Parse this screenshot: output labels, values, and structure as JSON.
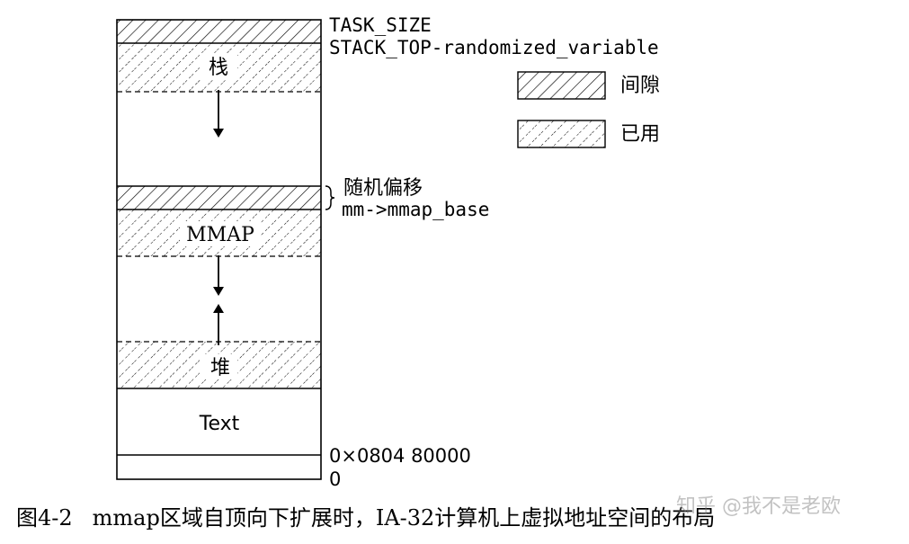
{
  "memory_layout": {
    "top_labels": {
      "task_size": "TASK_SIZE",
      "stack_top": "STACK_TOP-randomized_variable"
    },
    "regions": {
      "stack": "栈",
      "mmap": "MMAP",
      "heap": "堆",
      "text": "Text"
    },
    "side_labels": {
      "random_offset": "随机偏移",
      "mmap_base": "mm->mmap_base",
      "text_start": "0×0804 80000",
      "zero": "0"
    }
  },
  "legend": {
    "gap": "间隙",
    "used": "已用"
  },
  "caption": {
    "figure_number": "图4-2",
    "text": "mmap区域自顶向下扩展时，IA-32计算机上虚拟地址空间的布局"
  },
  "watermark": "知乎 @我不是老欧"
}
